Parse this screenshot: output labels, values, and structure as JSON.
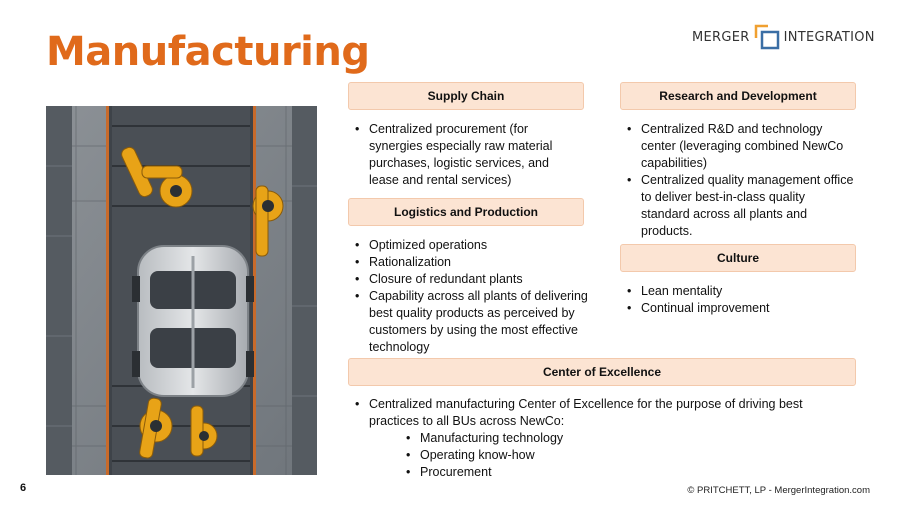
{
  "slide": {
    "title": "Manufacturing",
    "page_number": "6",
    "footer": "© PRITCHETT, LP  -  MergerIntegration.com"
  },
  "logo": {
    "left_text": "MERGER",
    "right_text": "INTEGRATION",
    "colors": {
      "orange": "#F0A030",
      "blue": "#3A6EA5"
    }
  },
  "colors": {
    "title": "#E06A1B",
    "header_fill": "#FCE4D3"
  },
  "sections": {
    "supply_chain": {
      "header": "Supply Chain",
      "bullets": [
        "Centralized procurement (for synergies especially raw material purchases, logistic services, and lease and rental services)"
      ]
    },
    "research": {
      "header": "Research and Development",
      "bullets": [
        "Centralized R&D and technology center (leveraging combined NewCo capabilities)",
        "Centralized quality management office to deliver best-in-class quality standard across all plants and products."
      ]
    },
    "logistics": {
      "header": "Logistics and Production",
      "bullets": [
        "Optimized operations",
        "Rationalization",
        "Closure of redundant plants",
        "Capability across all plants of delivering best quality products as perceived by customers by using the most effective technology"
      ]
    },
    "culture": {
      "header": "Culture",
      "bullets": [
        "Lean mentality",
        "Continual improvement"
      ]
    },
    "coe": {
      "header": "Center of Excellence",
      "bullet": "Centralized manufacturing Center of Excellence for the purpose of driving best practices to all BUs across NewCo:",
      "sub_bullets": [
        "Manufacturing technology",
        "Operating know-how",
        "Procurement"
      ]
    }
  }
}
